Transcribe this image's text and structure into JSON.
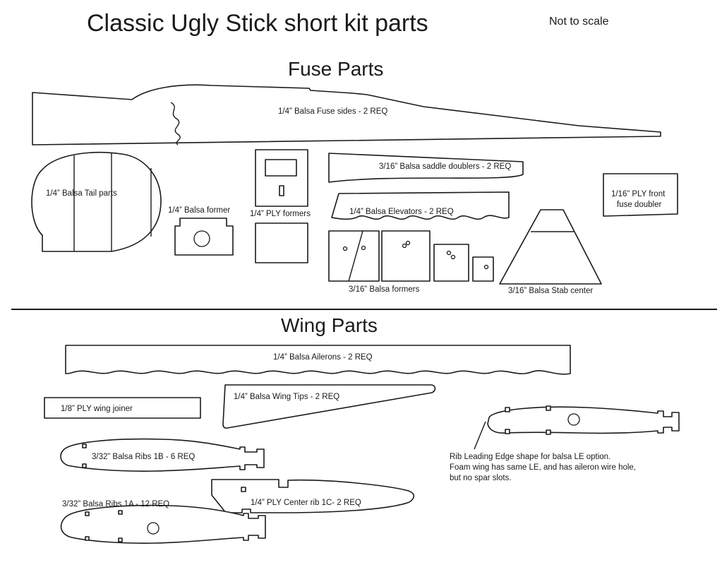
{
  "title": "Classic Ugly Stick short kit parts",
  "scale_note": "Not to scale",
  "sections": {
    "fuse": "Fuse Parts",
    "wing": "Wing Parts"
  },
  "labels": {
    "fuse_sides": "1/4” Balsa Fuse sides - 2 REQ",
    "tail_parts": "1/4” Balsa Tail parts",
    "balsa_former": "1/4” Balsa former",
    "ply_formers": "1/4” PLY formers",
    "saddle_doublers": "3/16” Balsa saddle doublers - 2 REQ",
    "elevators": "1/4” Balsa Elevators - 2 REQ",
    "ply_front_doubler_line1": "1/16” PLY front",
    "ply_front_doubler_line2": "fuse doubler",
    "balsa_formers_316": "3/16” Balsa formers",
    "stab_center": "3/16” Balsa Stab center",
    "ailerons": "1/4” Balsa Ailerons - 2 REQ",
    "wing_tips": "1/4” Balsa Wing Tips - 2 REQ",
    "wing_joiner": "1/8” PLY wing joiner",
    "ribs_1b": "3/32” Balsa Ribs 1B  - 6 REQ",
    "center_rib_1c": "1/4” PLY Center rib 1C- 2 REQ",
    "ribs_1a": "3/32” Balsa Ribs 1A  - 12 REQ",
    "rib_le_note_line1": "Rib Leading Edge shape for balsa LE option.",
    "rib_le_note_line2": "Foam wing has same LE, and has aileron wire hole,",
    "rib_le_note_line3": "but no spar slots."
  }
}
